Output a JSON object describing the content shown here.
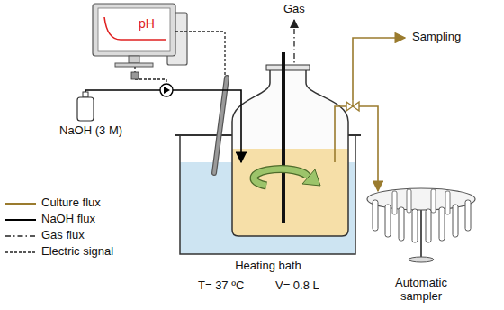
{
  "diagram": {
    "nodes": [
      {
        "text": [
          "pH"
        ]
      },
      {
        "text": [
          "NaOH (3 M)"
        ]
      },
      {
        "text": [
          "Heating bath",
          "T= 37 ºC",
          "V= 0.8 L"
        ]
      },
      {
        "text": [
          "Automatic sampler"
        ]
      }
    ],
    "edges": [
      {
        "from": 1,
        "to": 2,
        "arrow": "to"
      },
      {
        "from": 2,
        "to": 3,
        "arrow": "to"
      }
    ],
    "labels": [
      "Gas",
      "Sampling"
    ],
    "legend": [
      {
        "text": "Culture flux"
      },
      {
        "text": "NaOH flux"
      },
      {
        "text": "Gas flux"
      },
      {
        "text": "Electric signal"
      }
    ]
  }
}
